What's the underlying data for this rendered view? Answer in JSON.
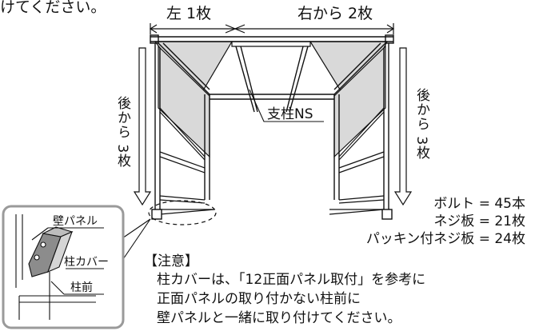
{
  "top_instruction": "けてください。",
  "left_top_label": "左 1枚",
  "right_top_label": "右から 2枚",
  "post_label": "支柱NS",
  "left_side_label": "後から 3枚",
  "right_side_label": "後から 3枚",
  "parts": [
    {
      "label": "ボルト",
      "value": "= 45本"
    },
    {
      "label": "ネジ板",
      "value": "= 21枚"
    },
    {
      "label": "パッキン付ネジ板",
      "value": "= 24枚"
    }
  ],
  "inset": {
    "wall_panel": "壁パネル",
    "post_cover": "柱カバー",
    "post_front": "柱前"
  },
  "note": {
    "heading": "【注意】",
    "lines": [
      "柱カバーは、「12正面パネル取付」を参考に",
      "正面パネルの取り付かない柱前に",
      "壁パネルと一緒に取り付けてください。"
    ]
  },
  "colors": {
    "panel_fill": "#d9d9d9",
    "line": "#111111",
    "inset_border": "#9a9a9a"
  }
}
